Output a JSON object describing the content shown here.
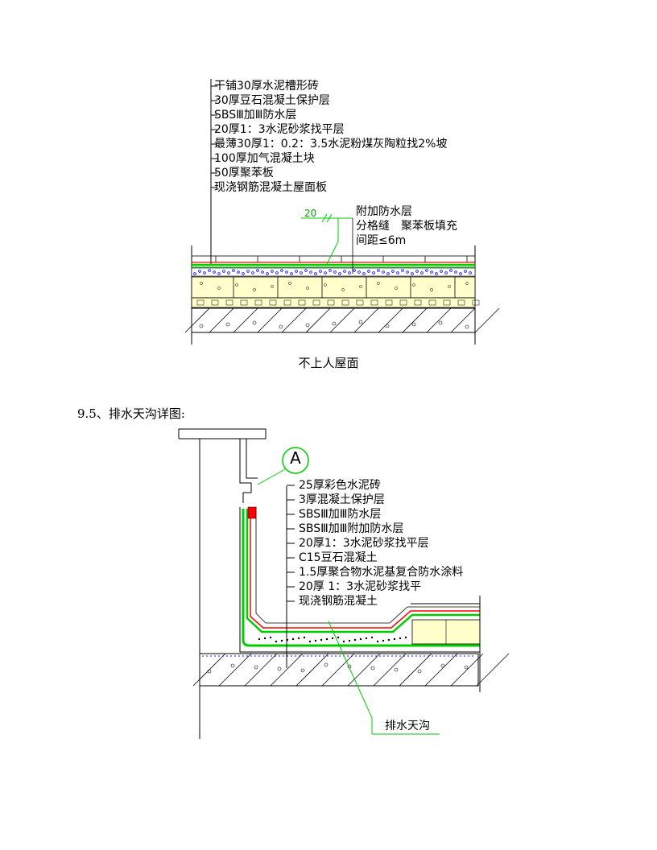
{
  "figure1": {
    "layers": [
      "干铺30厚水泥槽形砖",
      "30厚豆石混凝土保护层",
      "SBSⅢ加Ⅲ防水层",
      "20厚1：3水泥砂浆找平层",
      "最薄30厚1：0.2：3.5水泥粉煤灰陶粒找2%坡",
      "100厚加气混凝土块",
      "50厚聚苯板",
      "现浇钢筋混凝土屋面板"
    ],
    "dimension": "20",
    "joint_notes": [
      "附加防水层",
      "分格缝　聚苯板填充",
      "间距≤6m"
    ],
    "caption": "不上人屋面"
  },
  "section_heading": "9.5、排水天沟详图:",
  "figure2": {
    "detail_marker": "A",
    "layers": [
      "25厚彩色水泥砖",
      "3厚混凝土保护层",
      "SBSⅢ加Ⅲ防水层",
      "SBSⅢ加Ⅲ附加防水层",
      "20厚1：3水泥砂浆找平层",
      "C15豆石混凝土",
      "1.5厚聚合物水泥基复合防水涂料",
      "20厚 1：3水泥砂浆找平",
      "现浇钢筋混凝土"
    ],
    "gutter_label": "排水天沟"
  },
  "colors": {
    "waterproof": "#00cc00",
    "red": "#ff0000",
    "blue": "#0000ff",
    "fill": "#ffffcc",
    "ink": "#000000"
  }
}
